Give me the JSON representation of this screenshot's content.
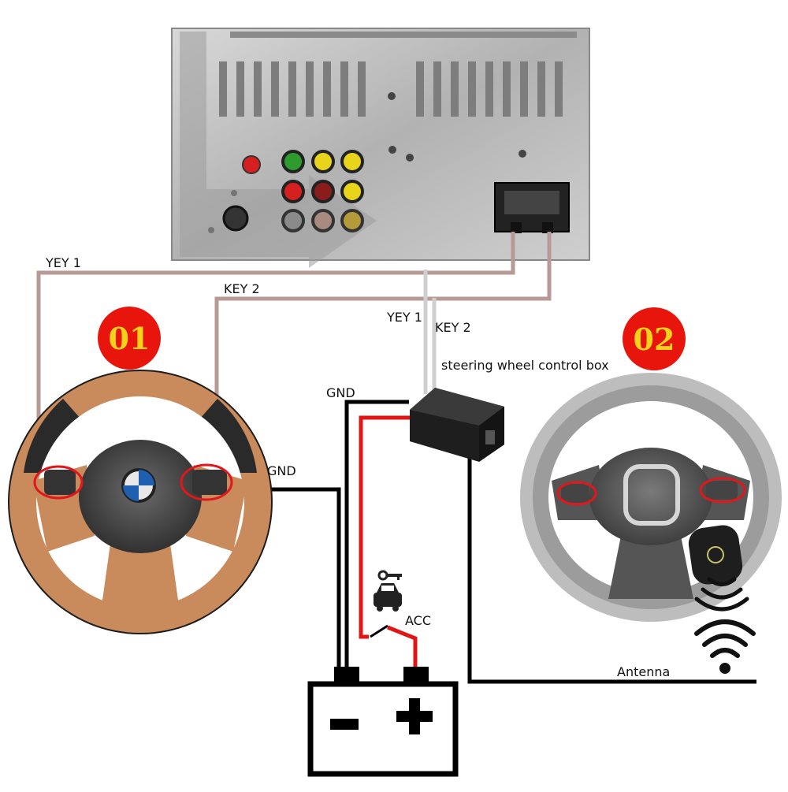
{
  "labels": {
    "yey1_left": "YEY 1",
    "key2_left": "KEY 2",
    "yey1_mid": "YEY 1",
    "key2_mid": "KEY 2",
    "control_box": "steering wheel control box",
    "gnd_top": "GND",
    "gnd_left": "GND",
    "acc": "ACC",
    "antenna": "Antenna"
  },
  "badges": {
    "wheel1": "01",
    "wheel2": "02"
  },
  "battery": {
    "minus": "−",
    "plus": "+"
  },
  "colors": {
    "wire_signal": "#b79a96",
    "wire_ground": "#000000",
    "wire_acc": "#e01515",
    "badge_bg": "#e8150c",
    "badge_text": "#f4d21a"
  }
}
